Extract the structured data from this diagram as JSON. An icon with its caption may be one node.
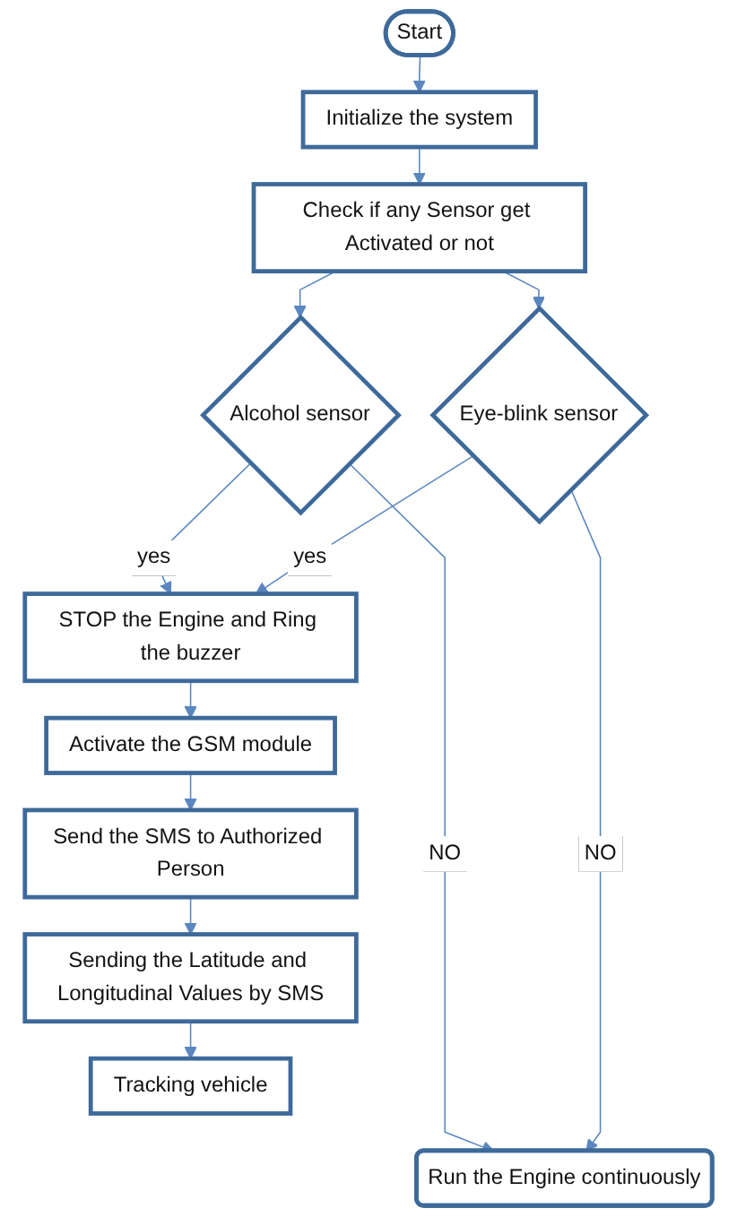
{
  "diagram": {
    "nodes": [
      {
        "text": [
          "Start"
        ]
      },
      {
        "text": [
          "Initialize the system"
        ]
      },
      {
        "text": [
          "Check if any Sensor get Activated or not"
        ]
      },
      {
        "text": [
          "Alcohol sensor"
        ]
      },
      {
        "text": [
          "Eye-blink sensor"
        ]
      },
      {
        "text": [
          "STOP the Engine and Ring the buzzer"
        ]
      },
      {
        "text": [
          "Activate the GSM module"
        ]
      },
      {
        "text": [
          "Send the SMS to Authorized Person"
        ]
      },
      {
        "text": [
          "Sending the Latitude and Longitudinal Values by SMS"
        ]
      },
      {
        "text": [
          "Tracking vehicle"
        ]
      },
      {
        "text": [
          "Run the Engine continuously"
        ]
      }
    ],
    "edges": [
      {
        "from": 0,
        "to": 1,
        "arrow": "to"
      },
      {
        "from": 1,
        "to": 2,
        "arrow": "to"
      },
      {
        "from": 2,
        "to": 3,
        "arrow": "to"
      },
      {
        "from": 2,
        "to": 4,
        "arrow": "to"
      },
      {
        "from": 3,
        "to": 5,
        "arrow": "to",
        "label": "yes"
      },
      {
        "from": 4,
        "to": 5,
        "arrow": "to",
        "label": "yes"
      },
      {
        "from": 3,
        "to": 10,
        "arrow": "to",
        "label": "NO"
      },
      {
        "from": 4,
        "to": 10,
        "arrow": "to",
        "label": "NO"
      },
      {
        "from": 5,
        "to": 6,
        "arrow": "to"
      },
      {
        "from": 6,
        "to": 7,
        "arrow": "to"
      },
      {
        "from": 7,
        "to": 8,
        "arrow": "to"
      },
      {
        "from": 8,
        "to": 9,
        "arrow": "to"
      }
    ]
  }
}
